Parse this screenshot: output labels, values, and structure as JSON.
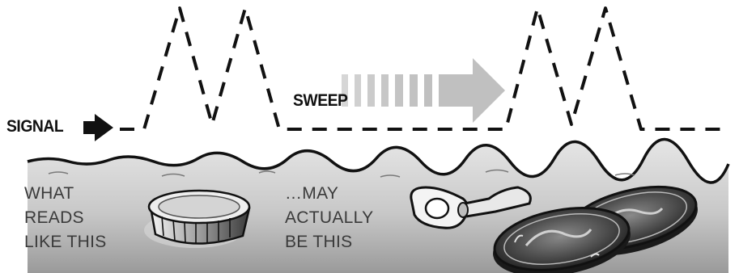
{
  "labels": {
    "signal": "SIGNAL",
    "sweep": "SWEEP",
    "left_caption": [
      "WHAT",
      "READS",
      "LIKE THIS"
    ],
    "right_caption": [
      "…MAY",
      "ACTUALLY",
      "BE THIS"
    ]
  },
  "icons": {
    "signal_arrow": "right-arrow-icon",
    "sweep_arrow": "sweep-arrow-icon",
    "bottle_cap": "bottle-cap-icon",
    "pull_tab": "pull-tab-icon",
    "coins": "coin-icon"
  },
  "colors": {
    "ink": "#111111",
    "text": "#3a3a3a",
    "ground_top": "#e2e2e2",
    "ground_bottom": "#9a9a9a",
    "sweep_arrow": "#c4c4c4"
  }
}
